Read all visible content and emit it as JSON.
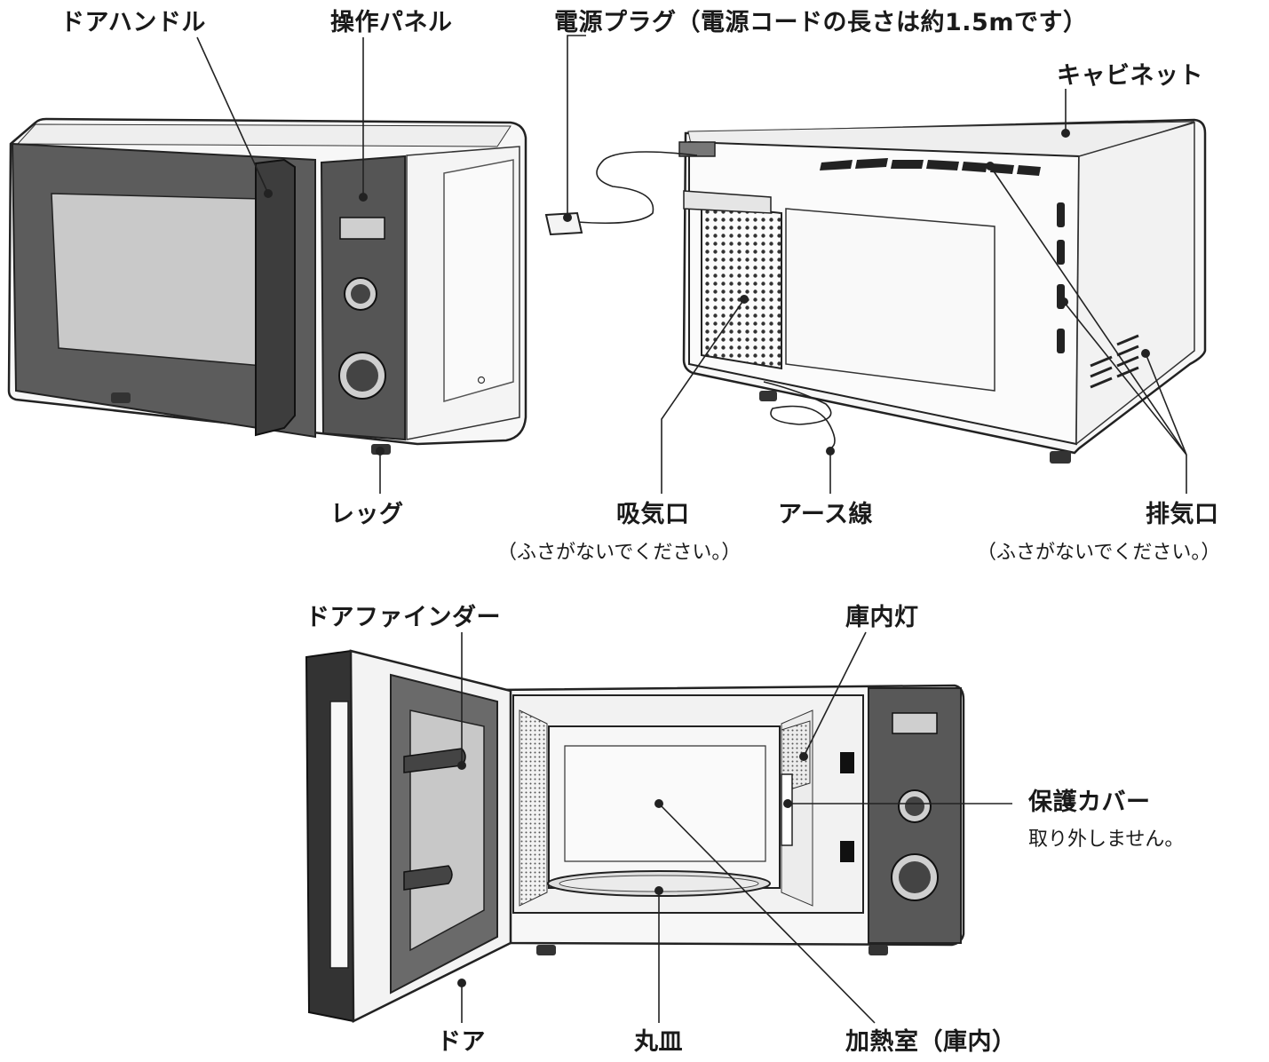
{
  "labels": {
    "door_handle": "ドアハンドル",
    "control_panel": "操作パネル",
    "power_plug": "電源プラグ（電源コードの長さは約1.5mです）",
    "cabinet": "キャビネット",
    "leg": "レッグ",
    "air_intake": "吸気口",
    "air_intake_note": "（ふさがないでください。）",
    "earth_wire": "アース線",
    "exhaust": "排気口",
    "exhaust_note": "（ふさがないでください。）",
    "door_finder": "ドアファインダー",
    "interior_light": "庫内灯",
    "protective_cover": "保護カバー",
    "protective_cover_note": "取り外しません。",
    "door": "ドア",
    "turntable": "丸皿",
    "heating_chamber": "加熱室（庫内）"
  }
}
